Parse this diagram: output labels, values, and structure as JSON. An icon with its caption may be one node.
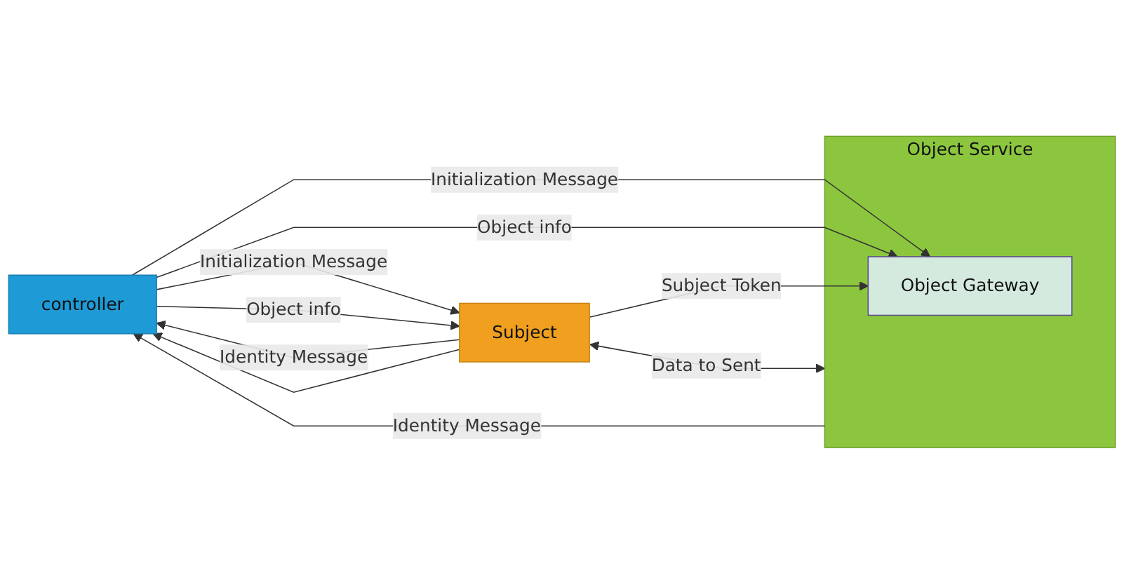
{
  "diagram": {
    "nodes": [
      {
        "text": [
          "controller"
        ]
      },
      {
        "text": [
          "Subject"
        ]
      },
      {
        "text": [
          "Object Service"
        ]
      },
      {
        "text": [
          "Object Gateway"
        ],
        "in": 2
      }
    ],
    "edges": [
      {
        "from": 1,
        "to": 0,
        "arrow": "to",
        "label": "Identity Message"
      },
      {
        "from": 0,
        "to": 1,
        "arrow": "to",
        "label": "Initialization Message"
      },
      {
        "from": 1,
        "to": 0,
        "arrow": "to"
      },
      {
        "from": 0,
        "to": 1,
        "arrow": "to",
        "label": "Object info"
      },
      {
        "from": 2,
        "to": 0,
        "arrow": "to",
        "label": "Identity Message"
      },
      {
        "from": 0,
        "to": 3,
        "arrow": "to",
        "label": "Initialization Message"
      },
      {
        "from": 0,
        "to": 3,
        "arrow": "to",
        "label": "Object info"
      },
      {
        "from": 1,
        "to": 3,
        "arrow": "to",
        "label": "Subject Token"
      },
      {
        "from": 1,
        "to": 2,
        "arrow": "both",
        "label": "Data to Sent"
      }
    ]
  }
}
